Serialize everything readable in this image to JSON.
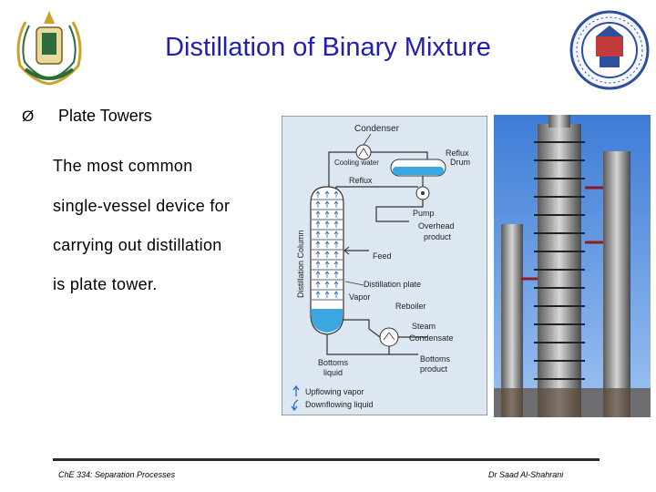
{
  "slide": {
    "title": "Distillation of Binary Mixture",
    "bullet_marker": "Ø",
    "bullet_heading": "Plate Towers",
    "body_lines": [
      "The most common",
      "single-vessel  device  for",
      "carrying  out  distillation",
      "is plate tower."
    ]
  },
  "diagram": {
    "labels": {
      "condenser": "Condenser",
      "cooling_water": "Cooling water",
      "reflux_drum_1": "Reflux",
      "reflux_drum_2": "Drum",
      "reflux": "Reflux",
      "pump": "Pump",
      "overhead_1": "Overhead",
      "overhead_2": "product",
      "column": "Distillation Column",
      "feed": "Feed",
      "plate": "Distillation  plate",
      "vapor": "Vapor",
      "reboiler": "Reboiler",
      "steam_1": "Steam",
      "steam_2": "Condensate",
      "bottoms_liquid_1": "Bottoms",
      "bottoms_liquid_2": "liquid",
      "bottoms_product_1": "Bottoms",
      "bottoms_product_2": "product"
    },
    "legend": {
      "upflowing": "Upflowing vapor",
      "downflowing": "Downflowing liquid"
    }
  },
  "footer": {
    "course": "ChE 334: Separation Processes",
    "author": "Dr Saad Al-Shahrani"
  },
  "colors": {
    "title": "#1f1fb0",
    "liquid": "#3aa7e0",
    "diagram_bg": "#dde7f2"
  }
}
